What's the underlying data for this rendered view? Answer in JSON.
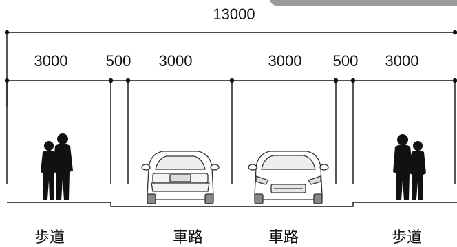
{
  "diagram": {
    "total_width": "13000",
    "segments": [
      "3000",
      "500",
      "3000",
      "3000",
      "500",
      "3000"
    ],
    "zones": {
      "left_sidewalk": "歩道",
      "left_roadway": "車路",
      "right_roadway": "車路",
      "right_sidewalk": "歩道"
    }
  }
}
